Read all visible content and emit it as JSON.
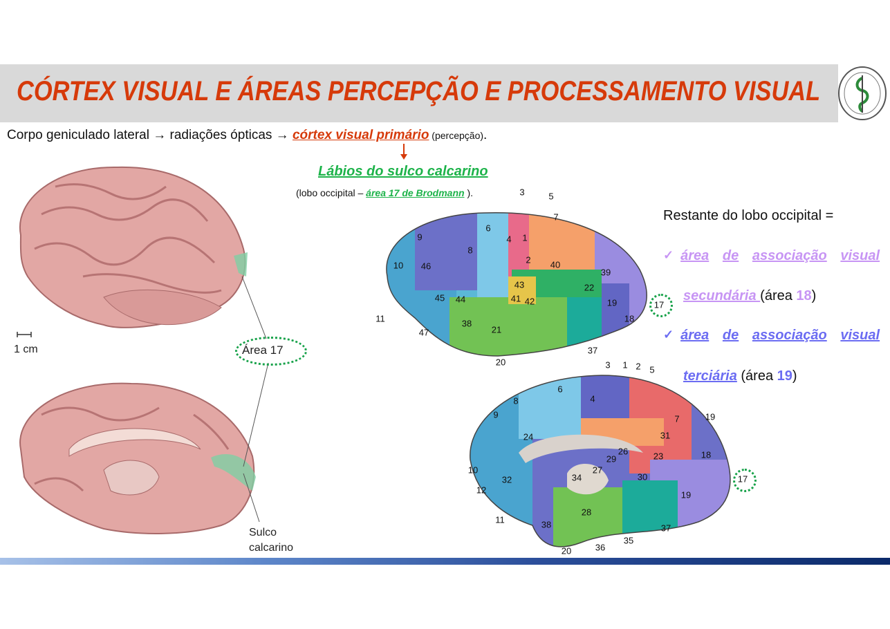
{
  "title": "CÓRTEX VISUAL E ÁREAS PERCEPÇÃO E PROCESSAMENTO VISUAL",
  "line1": {
    "prefix": "Corpo geniculado lateral → radiações ópticas → ",
    "link": "córtex visual primário",
    "suffix_small": " (percepção)",
    "end": "."
  },
  "labios": "Lábios do sulco calcarino",
  "lobo": {
    "prefix": "(lobo occipital – ",
    "link": "área 17 de Brodmann",
    "suffix": " )."
  },
  "right": {
    "heading": "Restante do lobo occipital =",
    "check": "✓",
    "item1_words": [
      "área",
      "de",
      "associação",
      "visual"
    ],
    "item1_cont": "secundária ",
    "item1_area": "(área ",
    "item1_num": "18",
    "close": ")",
    "item2_words": [
      "área",
      "de",
      "associação",
      "visual"
    ],
    "item2_cont": "terciária",
    "item2_area": " (área ",
    "item2_num": "19"
  },
  "left_figure": {
    "scale": "1 cm",
    "area": "Área 17",
    "sulco1": "Sulco",
    "sulco2": "calcarino"
  },
  "lateral_labels": [
    "3",
    "5",
    "6",
    "7",
    "4",
    "1",
    "9",
    "8",
    "2",
    "40",
    "10",
    "46",
    "39",
    "43",
    "22",
    "45",
    "44",
    "41",
    "42",
    "19",
    "17",
    "11",
    "38",
    "21",
    "18",
    "47",
    "37",
    "20"
  ],
  "medial_labels": [
    "3",
    "1",
    "2",
    "5",
    "6",
    "4",
    "8",
    "9",
    "19",
    "7",
    "24",
    "31",
    "26",
    "29",
    "18",
    "23",
    "27",
    "34",
    "30",
    "10",
    "17",
    "32",
    "12",
    "19",
    "28",
    "11",
    "38",
    "37",
    "35",
    "36",
    "20"
  ],
  "colors": {
    "title": "#d63a0a",
    "green": "#1db34a",
    "lavender": "#c795f4",
    "blue": "#6b6cf2",
    "title_bar": "#d9d9d9"
  }
}
